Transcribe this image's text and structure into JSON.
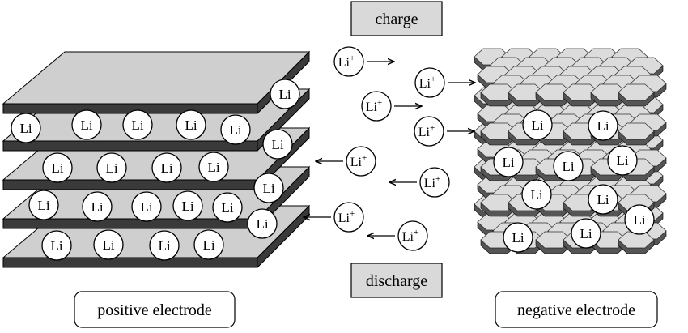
{
  "labels": {
    "charge": "charge",
    "discharge": "discharge",
    "positive_electrode": "positive electrode",
    "negative_electrode": "negative electrode"
  },
  "atom_text": "Li",
  "ion_text": "Li",
  "ion_charge": "+",
  "colors": {
    "plate_top": "#cfcfcf",
    "plate_side": "#3a3a3a",
    "label_fill": "#d9d9d9",
    "hex_fill": "#dcdcdc",
    "hex_side": "#555555",
    "ink": "#000000"
  }
}
